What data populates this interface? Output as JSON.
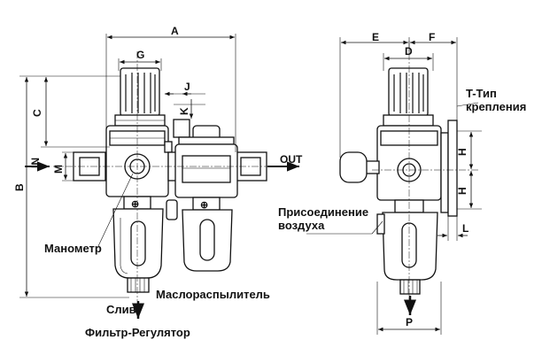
{
  "dimensions": {
    "A": "A",
    "B": "B",
    "C": "C",
    "G": "G",
    "J": "J",
    "K": "K",
    "M": "M",
    "E": "E",
    "F": "F",
    "D": "D",
    "H1": "H",
    "H2": "H",
    "L": "L",
    "P": "P"
  },
  "ports": {
    "in": "IN",
    "out": "OUT"
  },
  "labels": {
    "mount_type_line1": "T-Тип",
    "mount_type_line2": "крепления",
    "air_connection_line1": "Присоединение",
    "air_connection_line2": "воздуха",
    "manometer": "Манометр",
    "lubricator": "Маслораспылитель",
    "drain": "Слив",
    "filter_regulator": "Фильтр-Регулятор"
  }
}
